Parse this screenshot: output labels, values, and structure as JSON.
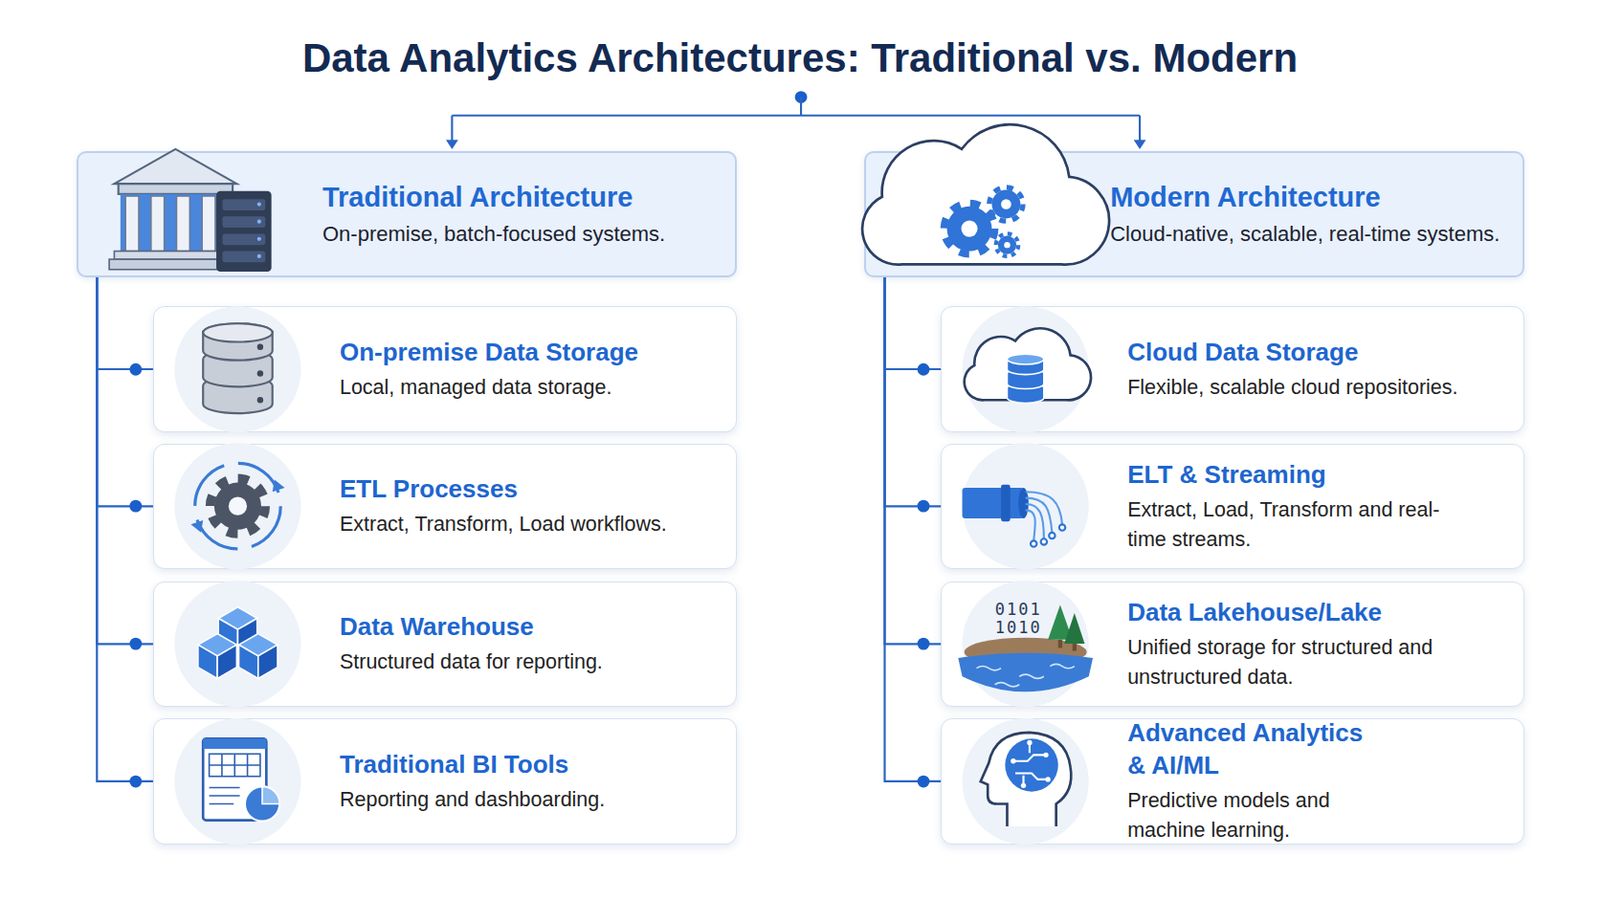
{
  "diagram": {
    "title": "Data Analytics Architectures: Traditional vs. Modern",
    "nodes": [
      {
        "text": [
          "Traditional Architecture",
          "On-premise, batch-focused systems."
        ]
      },
      {
        "text": [
          "On-premise Data Storage",
          "Local, managed data storage."
        ]
      },
      {
        "text": [
          "ETL Processes",
          "Extract, Transform, Load workflows."
        ]
      },
      {
        "text": [
          "Data Warehouse",
          "Structured data for reporting."
        ]
      },
      {
        "text": [
          "Traditional BI Tools",
          "Reporting and dashboarding."
        ]
      },
      {
        "text": [
          "Modern Architecture",
          "Cloud-native, scalable, real-time systems."
        ]
      },
      {
        "text": [
          "Cloud Data Storage",
          "Flexible, scalable cloud repositories."
        ]
      },
      {
        "text": [
          "ELT & Streaming",
          "Extract, Load, Transform and real-time streams."
        ]
      },
      {
        "text": [
          "Data Lakehouse/Lake",
          "Unified storage for structured and unstructured data."
        ]
      },
      {
        "text": [
          "Advanced Analytics & AI/ML",
          "Predictive models and machine learning."
        ]
      }
    ],
    "edges": [
      {
        "from": 0,
        "to": 1,
        "arrow": "none"
      },
      {
        "from": 0,
        "to": 2,
        "arrow": "none"
      },
      {
        "from": 0,
        "to": 3,
        "arrow": "none"
      },
      {
        "from": 0,
        "to": 4,
        "arrow": "none"
      },
      {
        "from": 5,
        "to": 6,
        "arrow": "none"
      },
      {
        "from": 5,
        "to": 7,
        "arrow": "none"
      },
      {
        "from": 5,
        "to": 8,
        "arrow": "none"
      },
      {
        "from": 5,
        "to": 9,
        "arrow": "none"
      }
    ],
    "labels": [
      "0101",
      "1010"
    ]
  }
}
